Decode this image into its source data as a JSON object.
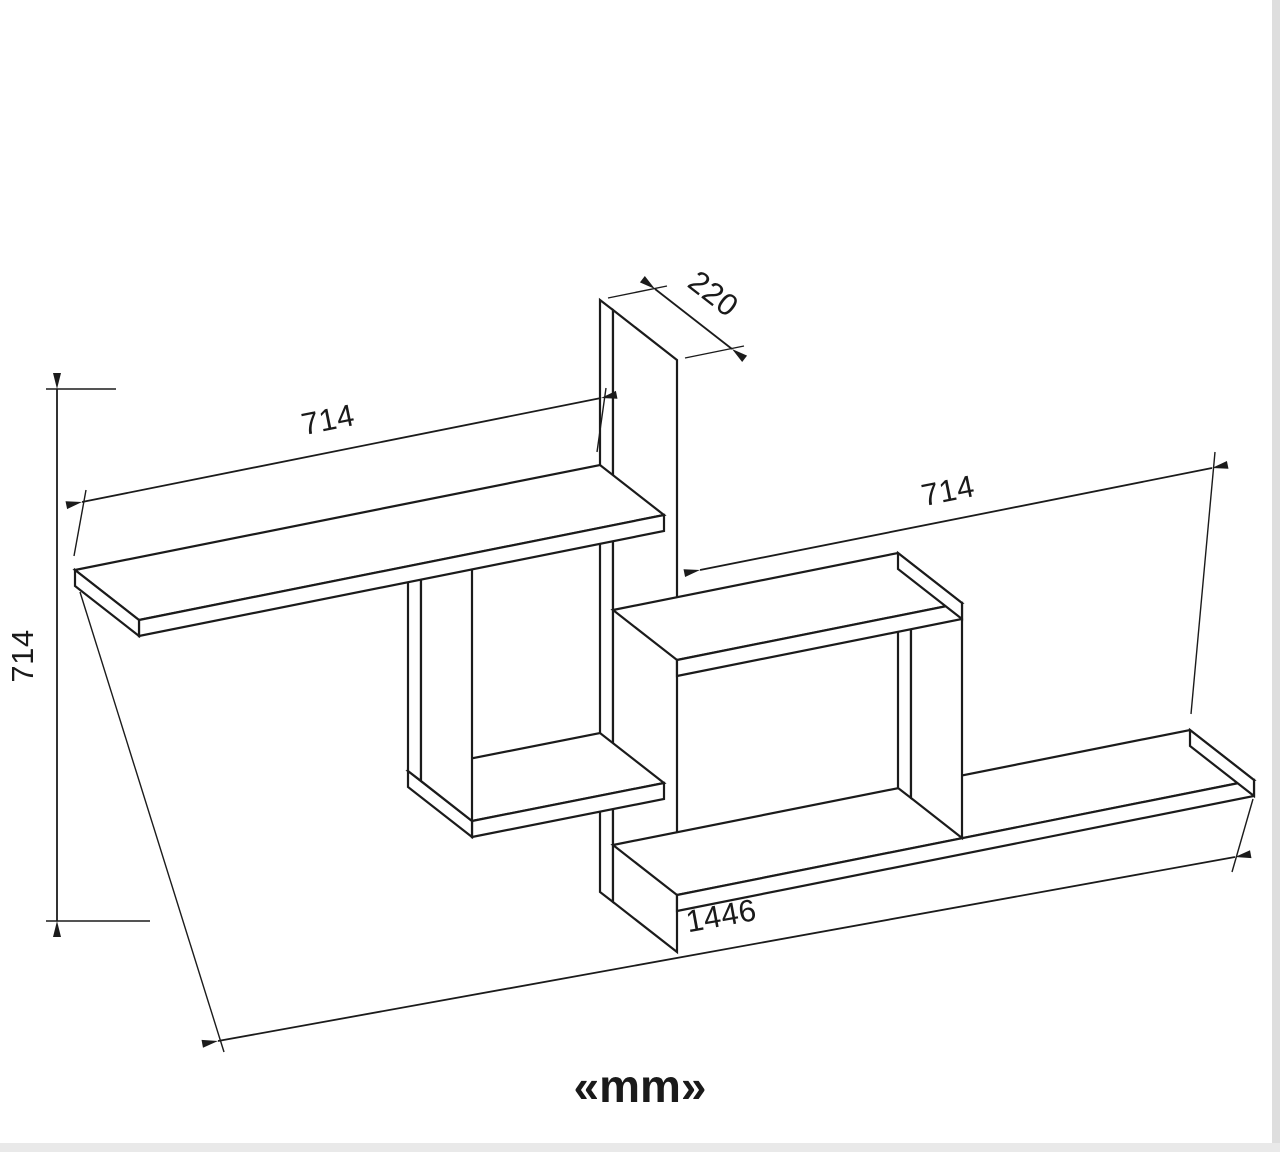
{
  "page": {
    "background": "#ffffff",
    "line_color": "#1b1b1b"
  },
  "diagram": {
    "type": "furniture_dimension_drawing",
    "unit_label": "«mm»",
    "dimensions": {
      "height": "714",
      "shelf_left_length": "714",
      "shelf_right_length": "714",
      "depth": "220",
      "total_width": "1446"
    }
  }
}
